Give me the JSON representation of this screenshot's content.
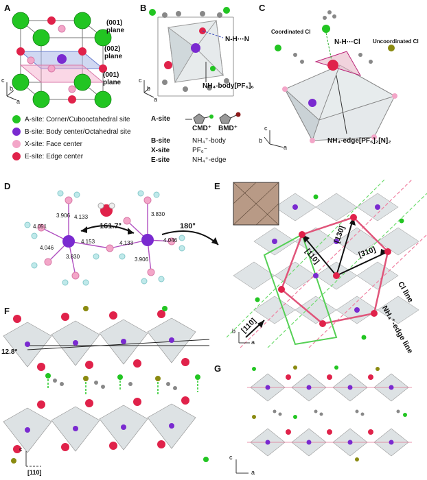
{
  "panels": {
    "A": {
      "label": "A",
      "planes": [
        "(001) plane",
        "(002) plane",
        "(001) plane"
      ],
      "axes": [
        "c",
        "b",
        "a"
      ],
      "legend": [
        {
          "text": "A-site: Corner/Cubooctahedral site",
          "color": "#22c522"
        },
        {
          "text": "B-site: Body center/Octahedral site",
          "color": "#7a2ad0"
        },
        {
          "text": "X-site: Face center",
          "color": "#f3a6c8"
        },
        {
          "text": "E-site: Edge center",
          "color": "#e0224a"
        }
      ]
    },
    "B": {
      "label": "B",
      "hbond": "N-H···N",
      "formula": "NH₄-body[PF₆]₆",
      "axes": [
        "c",
        "b",
        "a"
      ],
      "sites": [
        {
          "site": "A-site",
          "desc": ""
        },
        {
          "site": "B-site",
          "desc": "NH₄⁺-body"
        },
        {
          "site": "X-site",
          "desc": "PF₆⁻"
        },
        {
          "site": "E-site",
          "desc": "NH₄⁺-edge"
        }
      ],
      "cations": [
        "CMD⁺",
        "BMD⁺"
      ]
    },
    "C": {
      "label": "C",
      "coordinated": "Coordinated Cl",
      "uncoordinated": "Uncoordinated Cl",
      "hbond": "N-H···Cl",
      "formula": "NH₄-edge[PF₆]₂[N]₂",
      "axes": [
        "c",
        "b",
        "a"
      ]
    },
    "D": {
      "label": "D",
      "angles": [
        "161.7°",
        "180°"
      ],
      "distances": [
        "3.906",
        "4.133",
        "4.051",
        "4.153",
        "4.046",
        "3.830",
        "4.133",
        "3.830",
        "4.046",
        "3.906"
      ]
    },
    "E": {
      "label": "E",
      "directions": [
        "[130]",
        "[110]",
        "[310]",
        "[110]"
      ],
      "lines": [
        "Cl line",
        "NH₄⁺-edge line"
      ],
      "axes": [
        "b",
        "a"
      ]
    },
    "F": {
      "label": "F",
      "angle": "12.8°",
      "axes": [
        "c",
        "[110]"
      ]
    },
    "G": {
      "label": "G",
      "axes": [
        "c",
        "a"
      ]
    }
  }
}
